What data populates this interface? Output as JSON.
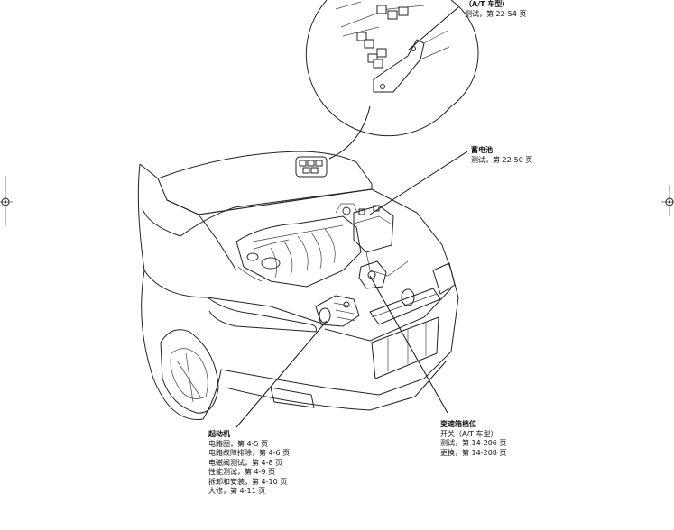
{
  "labels": {
    "fuse_box": {
      "lines": [
        "（A/T 车型）",
        "测试，第 22-54 页"
      ]
    },
    "battery": {
      "title": "蓄电池",
      "lines": [
        "测试，第 22-50 页"
      ]
    },
    "starter": {
      "title": "起动机",
      "lines": [
        "电路图，第 4-5 页",
        "电路故障排除，第 4-6 页",
        "电磁阀测试，第 4-8 页",
        "性能测试，第 4-9 页",
        "拆卸和安装，第 4-10 页",
        "大修，第 4-11 页"
      ]
    },
    "range_switch": {
      "title": "变速箱档位",
      "lines": [
        "开关（A/T 车型）",
        "测试，第 14-206 页",
        "更换，第 14-208 页"
      ]
    }
  }
}
